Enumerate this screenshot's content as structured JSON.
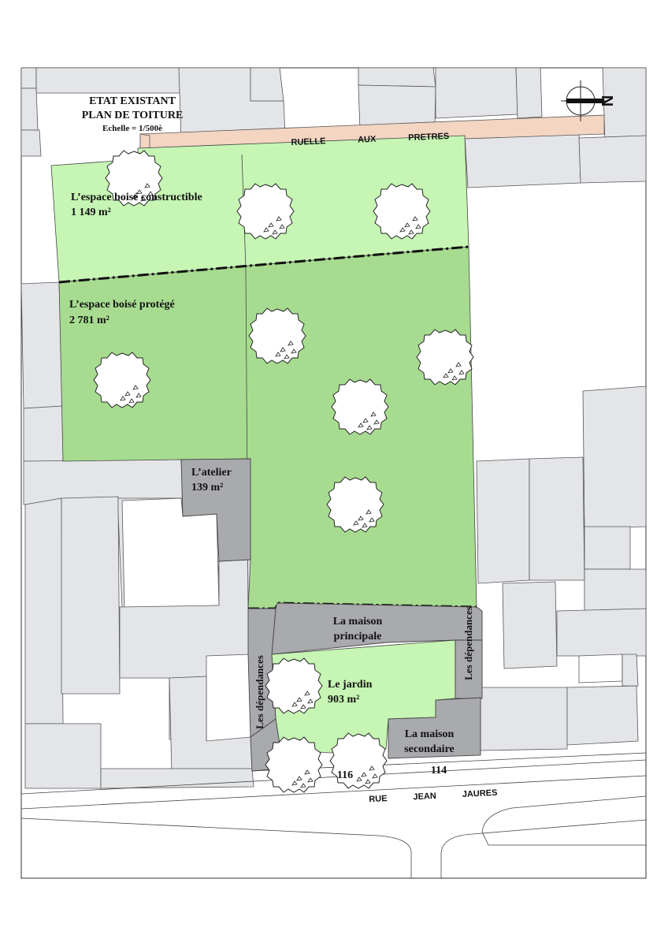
{
  "title": {
    "line1": "ETAT EXISTANT",
    "line2": "PLAN DE TOITURE",
    "scale": "Echelle = 1/500è"
  },
  "north_symbol": "N",
  "streets": {
    "top": "RUELLE AUX PRETRES",
    "bottom": "RUE JEAN JAURES"
  },
  "zones": {
    "constructible": {
      "name": "L’espace boisé constructible",
      "area": "1 149 m²"
    },
    "protected": {
      "name": "L’espace boisé protégé",
      "area": "2 781 m²"
    },
    "atelier": {
      "name": "L’atelier",
      "area": "139 m²"
    },
    "main_house": {
      "line1": "La maison",
      "line2": "principale"
    },
    "outbuildings_left": "Les dépendances",
    "outbuildings_right": "Les dépendances",
    "garden": {
      "name": "Le jardin",
      "area": "903 m²"
    },
    "secondary_house": {
      "line1": "La maison",
      "line2": "secondaire"
    }
  },
  "street_numbers": {
    "n116": "116",
    "n114": "114"
  },
  "colors": {
    "light_green": "#c6f5b4",
    "mid_green": "#a7dc90",
    "dark_building": "#a9aaae",
    "neighbor_building": "#e3e5e8",
    "road_top": "#f3d5c2"
  },
  "icons": [
    "north-arrow-icon",
    "tree-icon"
  ]
}
